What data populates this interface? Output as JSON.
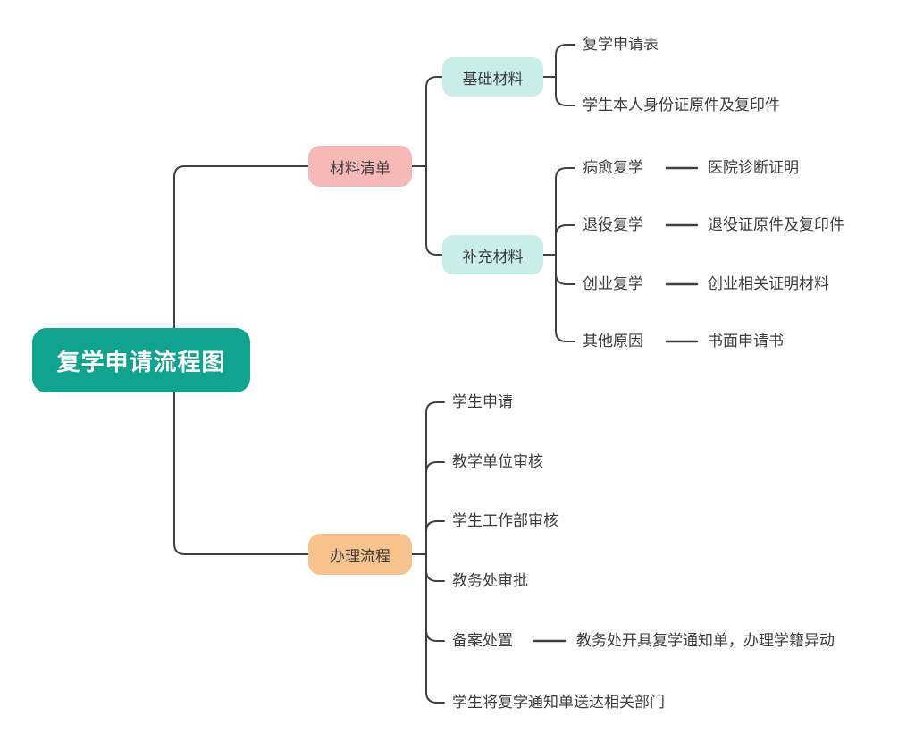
{
  "root": {
    "label": "复学申请流程图"
  },
  "branches": [
    {
      "label": "材料清单",
      "children": [
        {
          "label": "基础材料",
          "children": [
            {
              "label": "复学申请表"
            },
            {
              "label": "学生本人身份证原件及复印件"
            }
          ]
        },
        {
          "label": "补充材料",
          "children": [
            {
              "label": "病愈复学",
              "detail": "医院诊断证明"
            },
            {
              "label": "退役复学",
              "detail": "退役证原件及复印件"
            },
            {
              "label": "创业复学",
              "detail": "创业相关证明材料"
            },
            {
              "label": "其他原因",
              "detail": "书面申请书"
            }
          ]
        }
      ]
    },
    {
      "label": "办理流程",
      "children": [
        {
          "label": "学生申请"
        },
        {
          "label": "教学单位审核"
        },
        {
          "label": "学生工作部审核"
        },
        {
          "label": "教务处审批"
        },
        {
          "label": "备案处置",
          "detail": "教务处开具复学通知单，办理学籍异动"
        },
        {
          "label": "学生将复学通知单送达相关部门"
        }
      ]
    }
  ],
  "colors": {
    "root": "#10A38E",
    "branch_materials": "#F7B8B8",
    "branch_process": "#F8C28D",
    "subtopic": "#C9EEE9",
    "line": "#3F3F3F",
    "text": "#3C3C3C",
    "root_text": "#FFFFFF",
    "background": "#FFFFFF"
  }
}
